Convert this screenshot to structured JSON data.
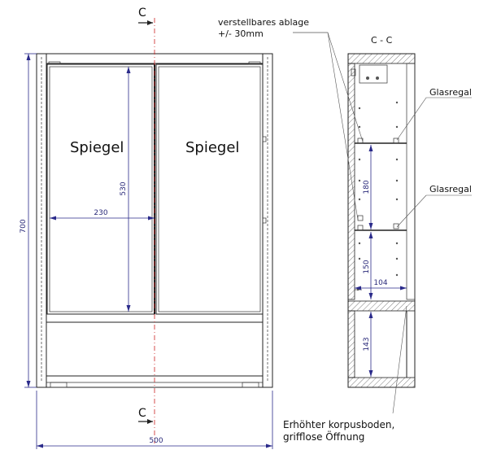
{
  "section_marks": {
    "top": "C",
    "bottom": "C"
  },
  "section_title": "C - C",
  "labels": {
    "mirror_left": "Spiegel",
    "mirror_right": "Spiegel",
    "adjustable_shelf_1": "verstellbares ablage",
    "adjustable_shelf_2": "+/- 30mm",
    "glass_shelf_upper": "Glasregal",
    "glass_shelf_lower": "Glasregal",
    "raised_bottom_1": "Erhöhter korpusboden,",
    "raised_bottom_2": "grifflose Öffnung"
  },
  "dimensions": {
    "height_total": "700",
    "width_total": "500",
    "mirror_height": "530",
    "half_width": "230",
    "shelf_spacing": "180",
    "lower_spacing": "150",
    "depth": "104",
    "bottom_space": "143"
  },
  "colors": {
    "line": "#222222",
    "dimension": "#2a2a8a",
    "center_line": "#cc2222"
  }
}
